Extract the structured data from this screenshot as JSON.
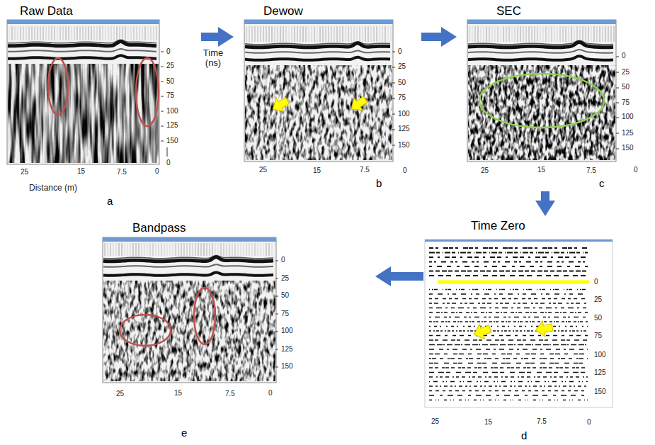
{
  "diagram": {
    "nodes": [
      {
        "text": [
          "Raw Data",
          "a"
        ]
      },
      {
        "text": [
          "Dewow",
          "b"
        ]
      },
      {
        "text": [
          "SEC",
          "c"
        ]
      },
      {
        "text": [
          "Time Zero",
          "d"
        ]
      },
      {
        "text": [
          "Bandpass",
          "e"
        ]
      }
    ],
    "edges": [
      {
        "from": 0,
        "to": 1,
        "arrow": "to"
      },
      {
        "from": 1,
        "to": 2,
        "arrow": "to"
      },
      {
        "from": 2,
        "to": 3,
        "arrow": "to"
      },
      {
        "from": 3,
        "to": 4,
        "arrow": "to"
      }
    ],
    "labels": [
      "Time (ns)",
      "Distance (m)",
      "0",
      "25",
      "50",
      "75",
      "100",
      "125",
      "150",
      "0",
      "25",
      "15",
      "7.5",
      "0",
      "0",
      "25",
      "50",
      "75",
      "100",
      "125",
      "150",
      "25",
      "15",
      "7.5",
      "0",
      "0",
      "25",
      "50",
      "75",
      "100",
      "125",
      "150",
      "25",
      "15",
      "7.5",
      "0",
      "0",
      "25",
      "50",
      "75",
      "100",
      "125",
      "150",
      "25",
      "15",
      "7.5",
      "0",
      "0",
      "25",
      "50",
      "75",
      "100",
      "125",
      "150",
      "25",
      "15",
      "7.5",
      "0"
    ]
  }
}
